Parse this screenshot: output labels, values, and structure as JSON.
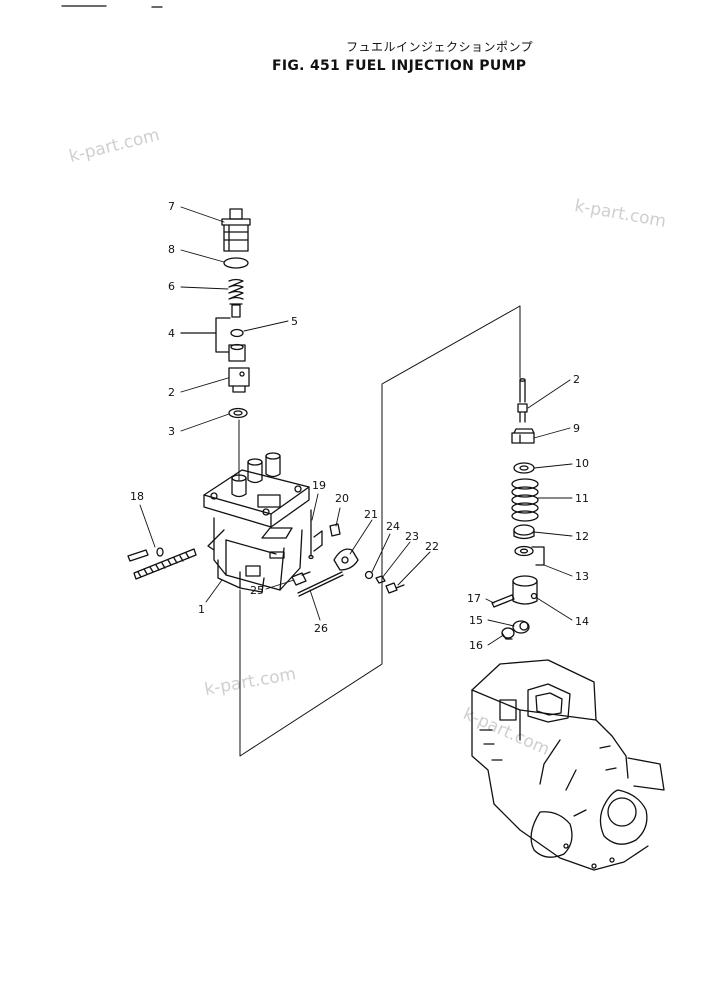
{
  "title": {
    "japanese": "フュエルインジェクションポンプ",
    "english": "FIG. 451  FUEL INJECTION PUMP"
  },
  "watermark": "k-part.com",
  "labels": {
    "l1": "1",
    "l2a": "2",
    "l2b": "2",
    "l3": "3",
    "l4": "4",
    "l5": "5",
    "l6": "6",
    "l7": "7",
    "l8": "8",
    "l9": "9",
    "l10": "10",
    "l11": "11",
    "l12": "12",
    "l13": "13",
    "l14": "14",
    "l15": "15",
    "l16": "16",
    "l17": "17",
    "l18": "18",
    "l19": "19",
    "l20": "20",
    "l21": "21",
    "l22": "22",
    "l23": "23",
    "l24": "24",
    "l25": "25",
    "l26": "26"
  },
  "colors": {
    "ink": "#111111",
    "watermark": "#cfcfcf"
  }
}
